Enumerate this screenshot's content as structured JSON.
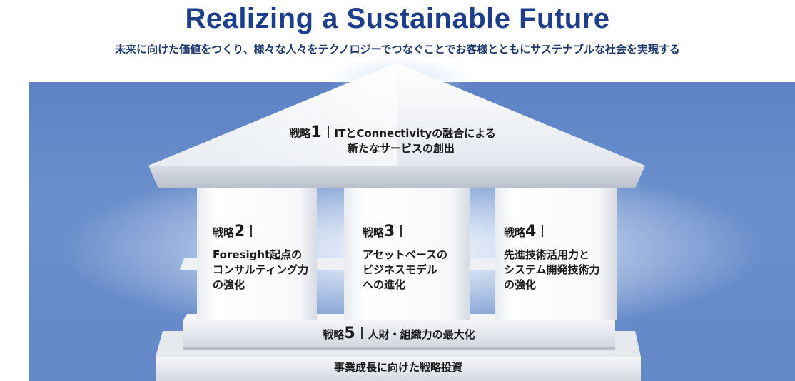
{
  "title": "Realizing a Sustainable Future",
  "subtitle": "未来に向けた価値をつくり、様々な人々をテクノロジーでつなぐことでお客様とともにサステナブルな社会を実現する",
  "roof": {
    "prefix": "戦略",
    "number": "1",
    "line1": "ITとConnectivityの融合による",
    "line2": "新たなサービスの創出"
  },
  "pillars": [
    {
      "prefix": "戦略",
      "number": "2",
      "lines": [
        "Foresight起点の",
        "コンサルティング力",
        "の強化"
      ]
    },
    {
      "prefix": "戦略",
      "number": "3",
      "lines": [
        "アセットベースの",
        "ビジネスモデル",
        "への進化"
      ]
    },
    {
      "prefix": "戦略",
      "number": "4",
      "lines": [
        "先進技術活用力と",
        "システム開発技術力",
        "の強化"
      ]
    }
  ],
  "step": {
    "prefix": "戦略",
    "number": "5",
    "text": "人財・組織力の最大化"
  },
  "base": {
    "text": "事業成長に向けた戦略投資"
  }
}
